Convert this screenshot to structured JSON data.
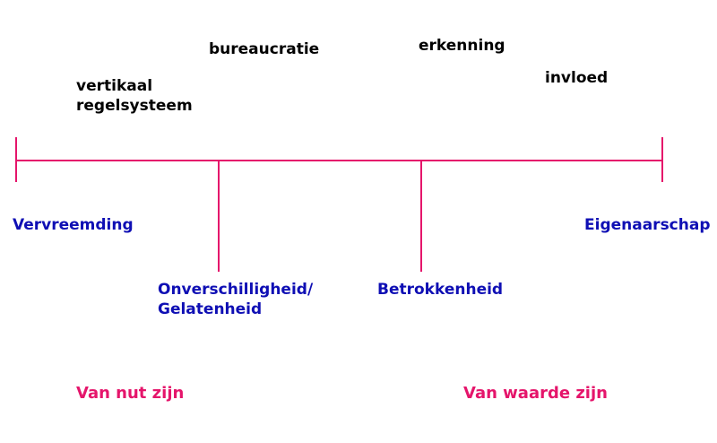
{
  "colors": {
    "axis_line": "#e5156b",
    "top_labels": "#000000",
    "scale_labels": "#0f0fb4",
    "bottom_labels": "#e5156b"
  },
  "top_labels": {
    "vertikaal_line1": "vertikaal",
    "vertikaal_line2": "regelsysteem",
    "bureaucratie": "bureaucratie",
    "erkenning": "erkenning",
    "invloed": "invloed"
  },
  "scale_labels": {
    "vervreemding": "Vervreemding",
    "onverschilligheid_line1": "Onverschilligheid/",
    "onverschilligheid_line2": "Gelatenheid",
    "betrokkenheid": "Betrokkenheid",
    "eigenaarschap": "Eigenaarschap"
  },
  "bottom_labels": {
    "van_nut_zijn": "Van nut zijn",
    "van_waarde_zijn": "Van waarde zijn"
  }
}
